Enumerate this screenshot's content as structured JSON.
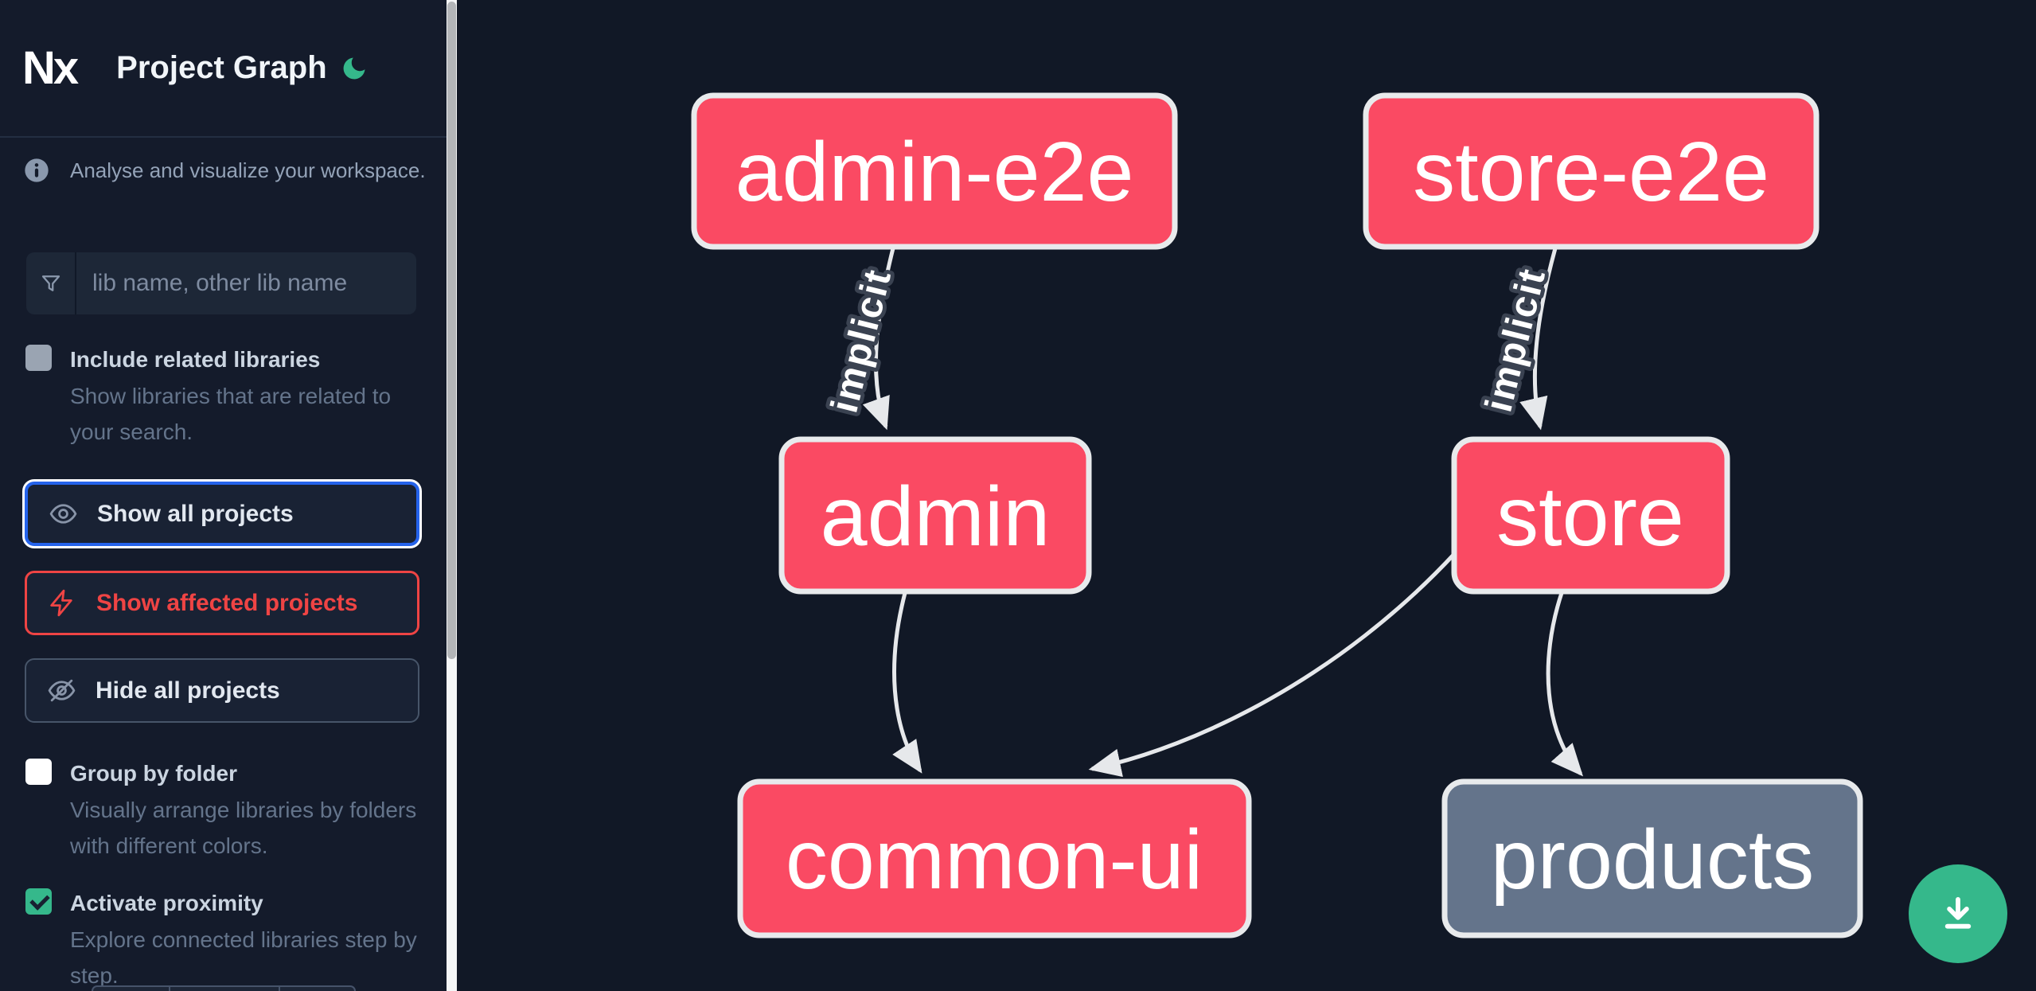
{
  "header": {
    "logo_text": "Nx",
    "title": "Project Graph"
  },
  "sidebar": {
    "tagline": "Analyse and visualize your workspace.",
    "search_placeholder": "lib name, other lib name",
    "include_related": {
      "label": "Include related libraries",
      "description": "Show libraries that are related to your search.",
      "checked": false
    },
    "actions": {
      "show_all": "Show all projects",
      "show_affected": "Show affected projects",
      "hide_all": "Hide all projects"
    },
    "group_by_folder": {
      "label": "Group by folder",
      "description": "Visually arrange libraries by folders with different colors.",
      "checked": false
    },
    "activate_proximity": {
      "label": "Activate proximity",
      "description": "Explore connected libraries step by step.",
      "checked": true
    }
  },
  "graph": {
    "nodes": [
      {
        "id": "admin-e2e",
        "label": "admin-e2e",
        "style": "highlighted"
      },
      {
        "id": "store-e2e",
        "label": "store-e2e",
        "style": "highlighted"
      },
      {
        "id": "admin",
        "label": "admin",
        "style": "highlighted"
      },
      {
        "id": "store",
        "label": "store",
        "style": "highlighted"
      },
      {
        "id": "common-ui",
        "label": "common-ui",
        "style": "highlighted"
      },
      {
        "id": "products",
        "label": "products",
        "style": "muted"
      }
    ],
    "edges": [
      {
        "from": "admin-e2e",
        "to": "admin",
        "label": "implicit"
      },
      {
        "from": "store-e2e",
        "to": "store",
        "label": "implicit"
      },
      {
        "from": "admin",
        "to": "common-ui",
        "label": ""
      },
      {
        "from": "store",
        "to": "common-ui",
        "label": ""
      },
      {
        "from": "store",
        "to": "products",
        "label": ""
      }
    ]
  },
  "colors": {
    "node_highlighted": "#fa4a63",
    "node_muted": "#64748b",
    "node_border": "#e8eaec",
    "edge": "#e6e8eb",
    "accent_blue": "#2563eb",
    "accent_red": "#ef4444",
    "accent_green": "#35b88b",
    "sidebar_bg": "#141b2b",
    "canvas_bg": "#111826"
  }
}
